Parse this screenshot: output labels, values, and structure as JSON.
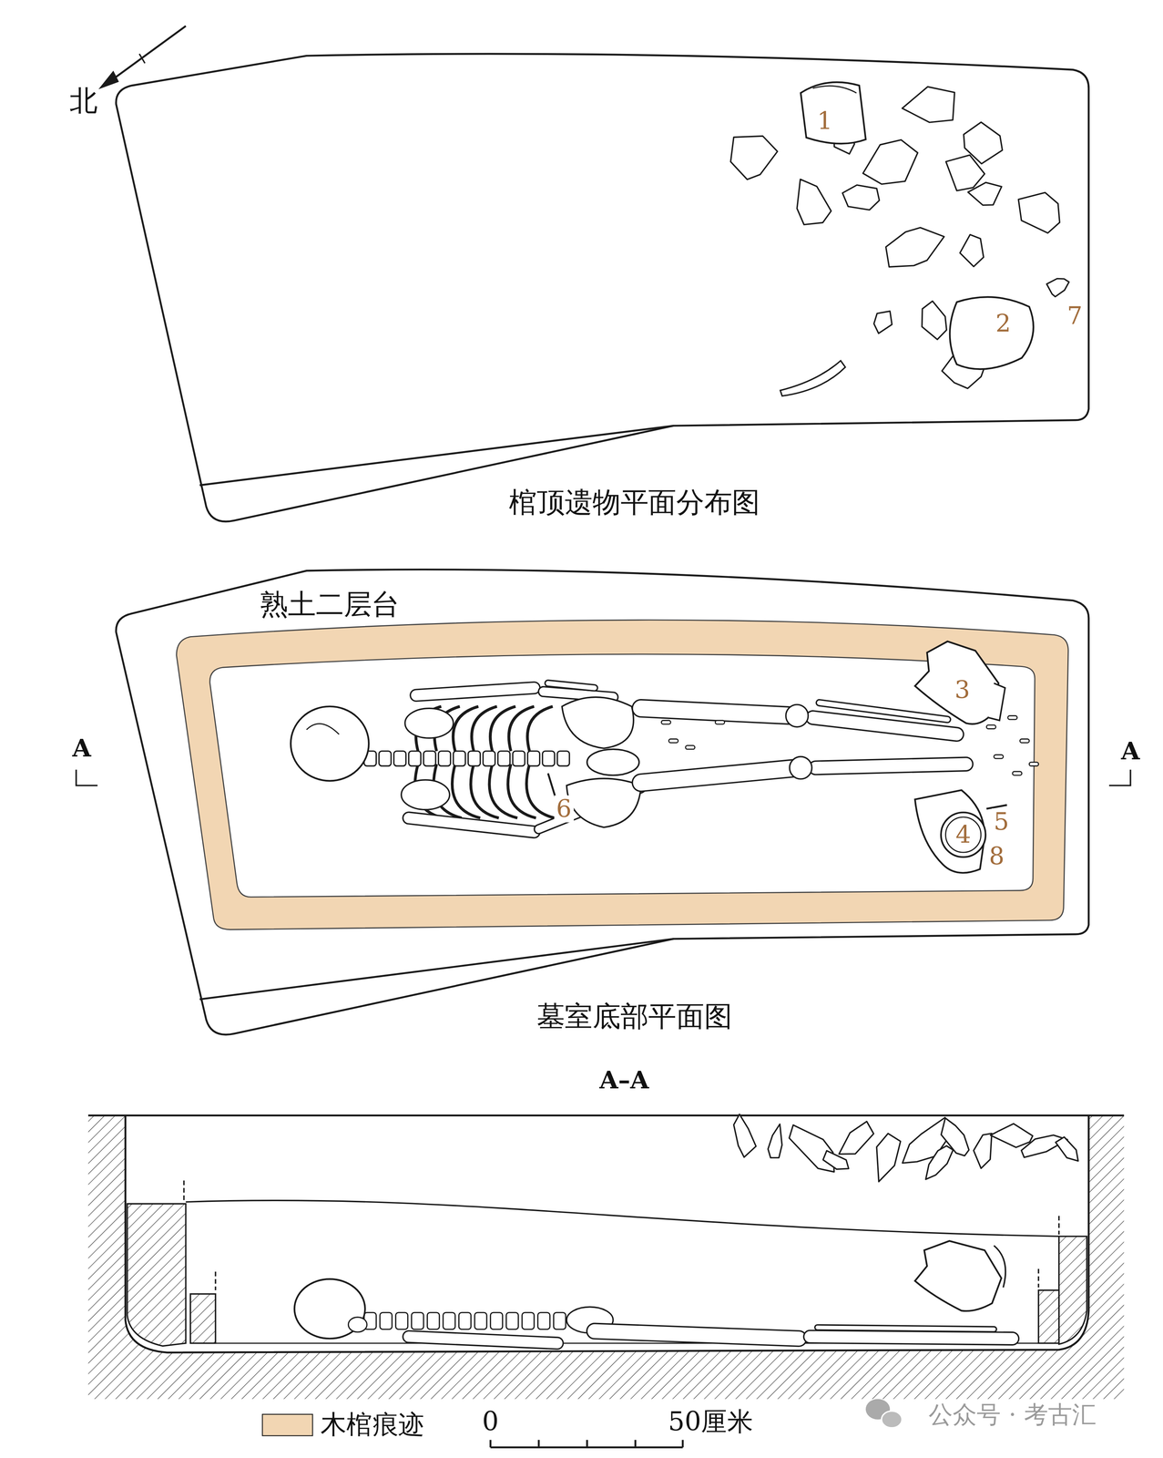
{
  "diagram": {
    "labels": [
      "北",
      "1",
      "2",
      "7",
      "棺顶遗物平面分布图",
      "熟土二层台",
      "3",
      "A",
      "A",
      "6",
      "5",
      "4",
      "8",
      "墓室底部平面图",
      "A–A",
      "0",
      "50厘米",
      "公众号 · 考古汇"
    ],
    "legend": [
      {
        "text": "木棺痕迹",
        "color": "#f2d6b3"
      }
    ]
  }
}
